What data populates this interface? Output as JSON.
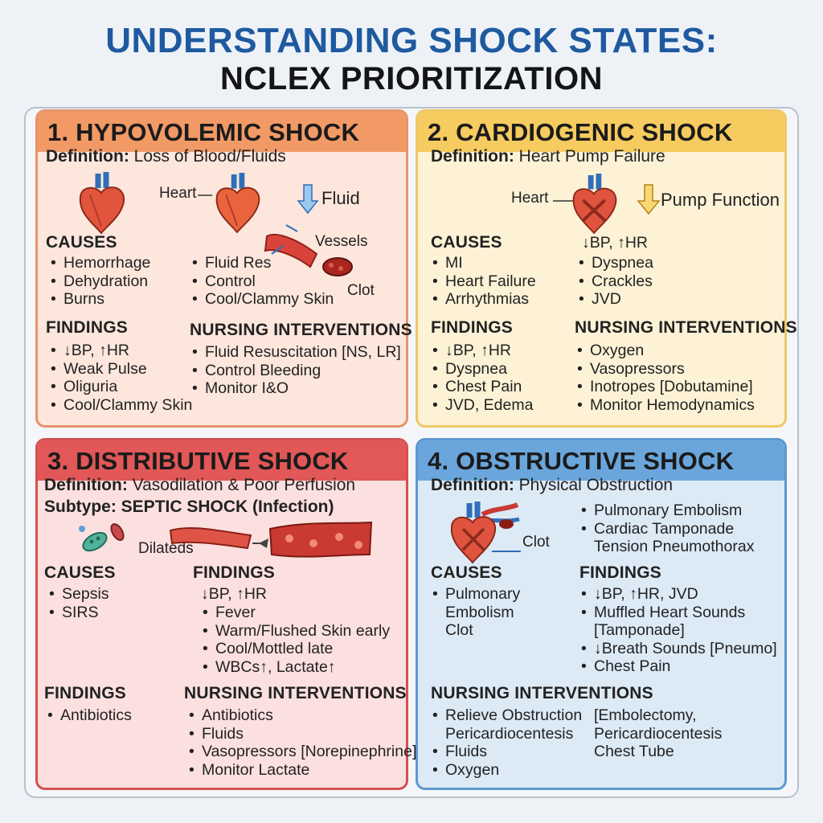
{
  "title": {
    "line1": "UNDERSTANDING SHOCK STATES:",
    "line2": "NCLEX PRIORITIZATION"
  },
  "panels": {
    "hypovolemic": {
      "heading": "1. HYPOVOLEMIC SHOCK",
      "definition_label": "Definition:",
      "definition_text": "Loss of Blood/Fluids",
      "labels": {
        "heart": "Heart",
        "fluid": "Fluid",
        "vessels": "Vessels",
        "clot": "Clot"
      },
      "causes_heading": "CAUSES",
      "causes": [
        "Hemorrhage",
        "Dehydration",
        "Burns"
      ],
      "causes_col2": [
        "Fluid Res",
        "Control",
        "Cool/Clammy Skin"
      ],
      "findings_heading": "FINDINGS",
      "findings": [
        "↓BP, ↑HR",
        "Weak Pulse",
        "Oliguria",
        "Cool/Clammy Skin"
      ],
      "interventions_heading": "NURSING INTERVENTIONS",
      "interventions": [
        "Fluid Resuscitation [NS, LR]",
        "Control Bleeding",
        "Monitor I&O"
      ]
    },
    "cardiogenic": {
      "heading": "2. CARDIOGENIC SHOCK",
      "definition_label": "Definition:",
      "definition_text": "Heart Pump Failure",
      "labels": {
        "heart": "Heart",
        "pump": "Pump Function"
      },
      "causes_heading": "CAUSES",
      "causes": [
        "MI",
        "Heart Failure",
        "Arrhythmias"
      ],
      "col2_heading": "↓BP, ↑HR",
      "col2": [
        "Dyspnea",
        "Crackles",
        "JVD"
      ],
      "findings_heading": "FINDINGS",
      "findings": [
        "↓BP, ↑HR",
        "Dyspnea",
        "Chest Pain",
        "JVD, Edema"
      ],
      "interventions_heading": "NURSING INTERVENTIONS",
      "interventions": [
        "Oxygen",
        "Vasopressors",
        "Inotropes [Dobutamine]",
        "Monitor Hemodynamics"
      ]
    },
    "distributive": {
      "heading": "3. DISTRIBUTIVE  SHOCK",
      "definition_label": "Definition:",
      "definition_text": "Vasodilation & Poor Perfusion",
      "subtype": "Subtype: SEPTIC SHOCK (Infection)",
      "labels": {
        "dilated": "Dilateds"
      },
      "causes_heading": "CAUSES",
      "causes": [
        "Sepsis",
        "SIRS"
      ],
      "findings_heading": "FINDINGS",
      "findings_first": "↓BP, ↑HR",
      "findings": [
        "Fever",
        "Warm/Flushed Skin early",
        "Cool/Mottled late",
        "WBCs↑, Lactate↑"
      ],
      "findings2_heading": "FINDINGS",
      "findings2": [
        "Antibiotics"
      ],
      "interventions_heading": "NURSING INTERVENTIONS",
      "interventions": [
        "Antibiotics",
        "Fluids",
        "Vasopressors [Norepinephrine]",
        "Monitor Lactate"
      ]
    },
    "obstructive": {
      "heading": "4. OBSTRUCTIVE SHOCK",
      "definition_label": "Definition:",
      "definition_text": "Physical Obstruction",
      "labels": {
        "clot": "Clot"
      },
      "types": [
        "Pulmonary Embolism",
        "Cardiac Tamponade"
      ],
      "types_extra": "Tension Pneumothorax",
      "causes_heading": "CAUSES",
      "causes_first": "Pulmonary",
      "causes_rest": [
        "Embolism",
        "Clot"
      ],
      "findings_heading": "FINDINGS",
      "findings": [
        "↓BP, ↑HR, JVD",
        "Muffled Heart Sounds"
      ],
      "findings_note": "[Tamponade]",
      "findings_more": [
        "↓Breath Sounds [Pneumo]",
        "Chest Pain"
      ],
      "interventions_heading": "NURSING INTERVENTIONS",
      "interventions_col1": [
        "Relieve Obstruction",
        "Pericardiocentesis",
        "Fluids",
        "Oxygen"
      ],
      "interventions_col2": [
        "[Embolectomy,",
        "Pericardiocentesis",
        "Chest Tube"
      ]
    }
  },
  "colors": {
    "title_blue": "#1f5aa0",
    "hypovolemic": "#f19a66",
    "cardiogenic": "#f6cb5f",
    "distributive": "#e25757",
    "obstructive": "#6aa6dc"
  }
}
